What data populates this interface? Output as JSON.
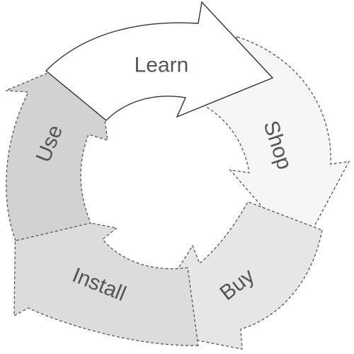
{
  "cycle": {
    "segments": [
      {
        "id": "learn",
        "label": "Learn",
        "fill": "#ffffff",
        "stroke": "#333333",
        "dashed": false
      },
      {
        "id": "shop",
        "label": "Shop",
        "fill": "#f6f6f6",
        "stroke": "#555555",
        "dashed": true
      },
      {
        "id": "buy",
        "label": "Buy",
        "fill": "#e6e6e6",
        "stroke": "#555555",
        "dashed": true
      },
      {
        "id": "install",
        "label": "Install",
        "fill": "#dcdcdc",
        "stroke": "#555555",
        "dashed": true
      },
      {
        "id": "use",
        "label": "Use",
        "fill": "#d2d2d2",
        "stroke": "#555555",
        "dashed": true
      }
    ]
  }
}
